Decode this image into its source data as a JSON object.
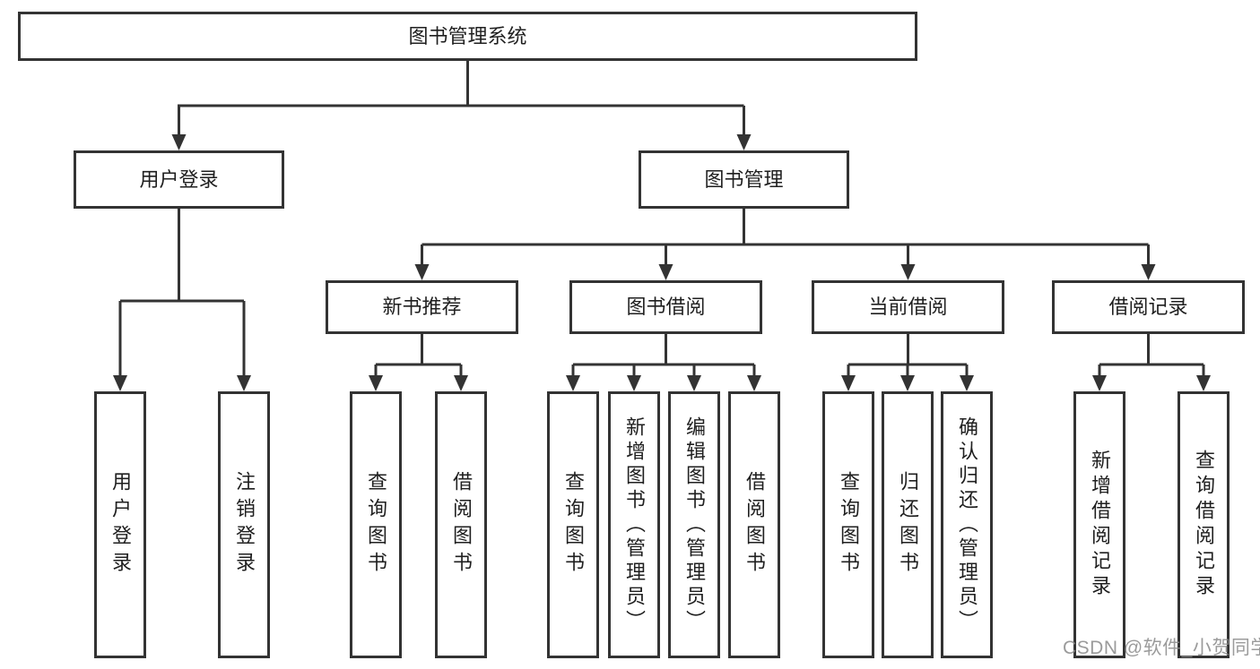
{
  "diagram": {
    "title": "图书管理系统",
    "branches": [
      {
        "label": "用户登录",
        "children": [
          {
            "label": "用户登录"
          },
          {
            "label": "注销登录"
          }
        ]
      },
      {
        "label": "图书管理",
        "children": [
          {
            "label": "新书推荐",
            "children": [
              {
                "label": "查询图书"
              },
              {
                "label": "借阅图书"
              }
            ]
          },
          {
            "label": "图书借阅",
            "children": [
              {
                "label": "查询图书"
              },
              {
                "label": "新增图书（管理员）"
              },
              {
                "label": "编辑图书（管理员）"
              },
              {
                "label": "借阅图书"
              }
            ]
          },
          {
            "label": "当前借阅",
            "children": [
              {
                "label": "查询图书"
              },
              {
                "label": "归还图书"
              },
              {
                "label": "确认归还（管理员）"
              }
            ]
          },
          {
            "label": "借阅记录",
            "children": [
              {
                "label": "新增借阅记录"
              },
              {
                "label": "查询借阅记录"
              }
            ]
          }
        ]
      }
    ]
  },
  "watermark": {
    "text": "CSDN @软件_小贺同学"
  },
  "colors": {
    "border": "#333333",
    "line": "#333333",
    "text": "#1f1f1f",
    "watermark": "#8a8a8a",
    "background": "#ffffff"
  }
}
